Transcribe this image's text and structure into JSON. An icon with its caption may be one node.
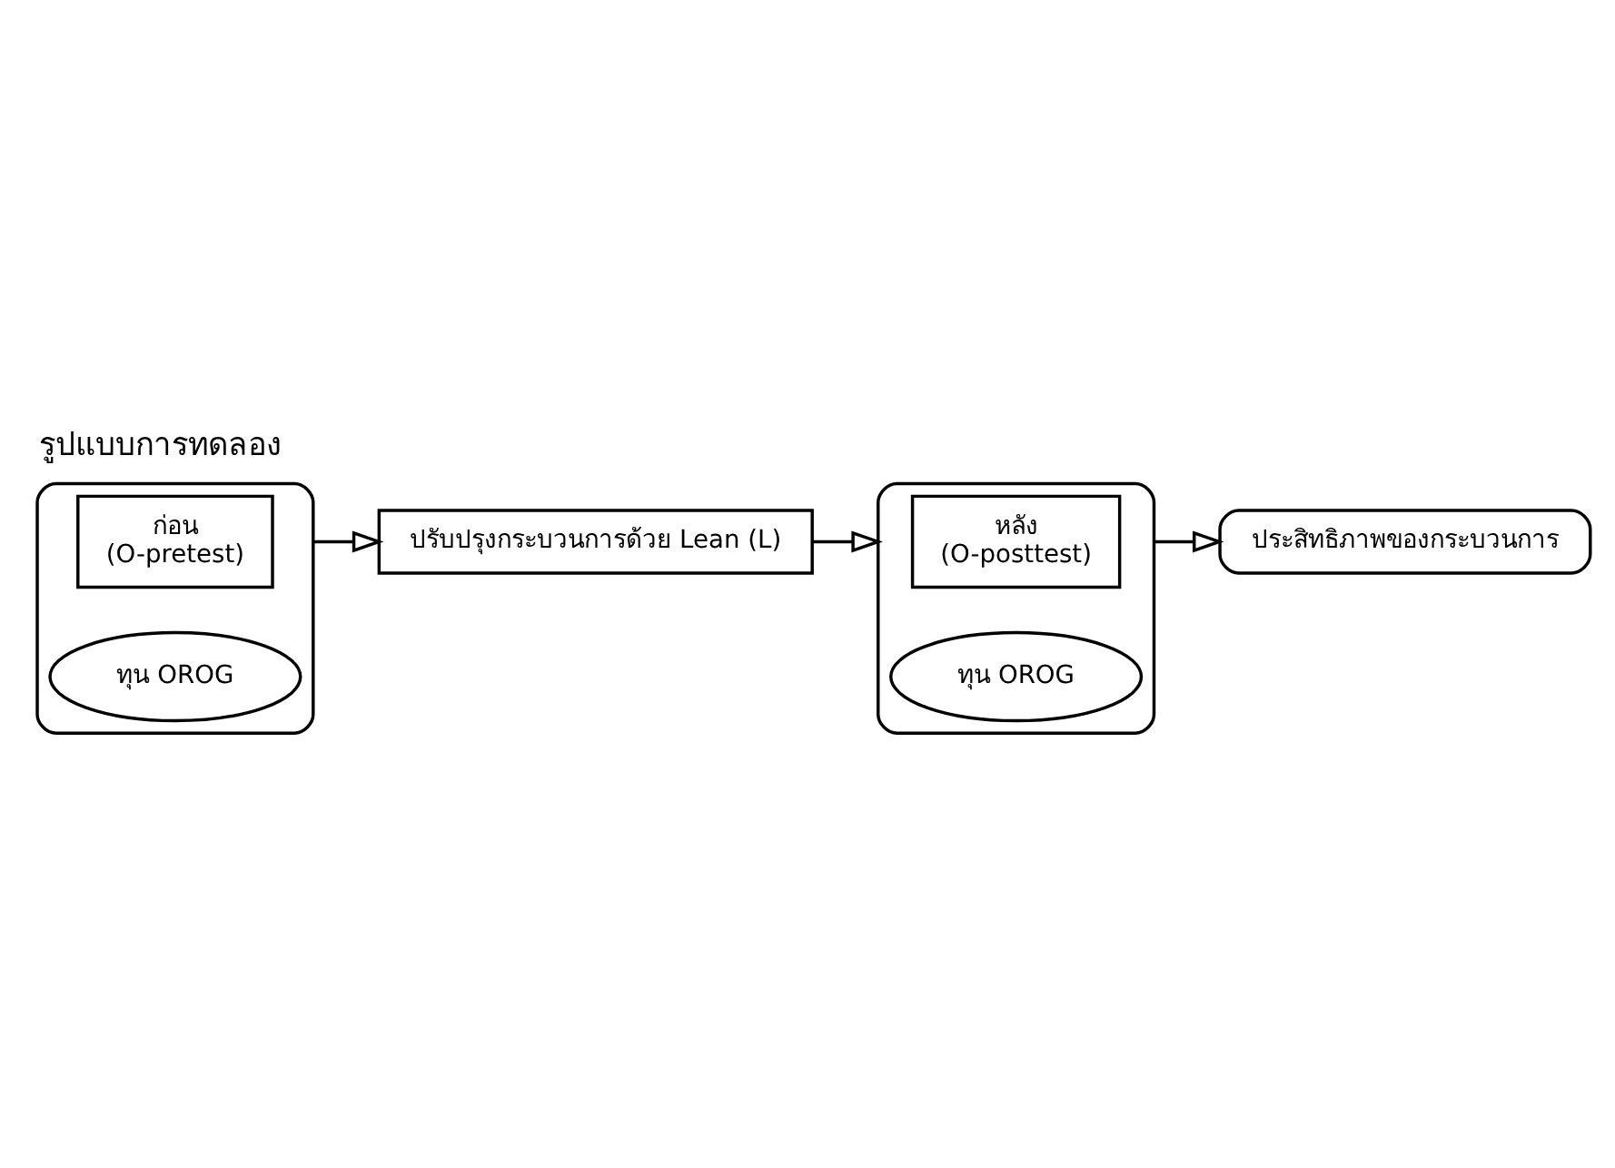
{
  "diagram": {
    "title": "รูปแบบการทดลอง",
    "nodes": [
      {
        "text": [],
        "shape": "box"
      },
      {
        "text": [
          "ก่อน",
          "(O-pretest)"
        ],
        "in": 0
      },
      {
        "text": [
          "ทุน OROG"
        ],
        "in": 0
      },
      {
        "text": [
          "ปรับปรุงกระบวนการด้วย Lean (L)"
        ]
      },
      {
        "text": [],
        "shape": "box"
      },
      {
        "text": [
          "หลัง",
          "(O-posttest)"
        ],
        "in": 4
      },
      {
        "text": [
          "ทุน OROG"
        ],
        "in": 4
      },
      {
        "text": [
          "ประสิทธิภาพของกระบวนการ"
        ]
      }
    ],
    "edges": [
      {
        "from": 0,
        "to": 3,
        "arrow": "to"
      },
      {
        "from": 3,
        "to": 4,
        "arrow": "to"
      },
      {
        "from": 4,
        "to": 7,
        "arrow": "to"
      }
    ]
  }
}
